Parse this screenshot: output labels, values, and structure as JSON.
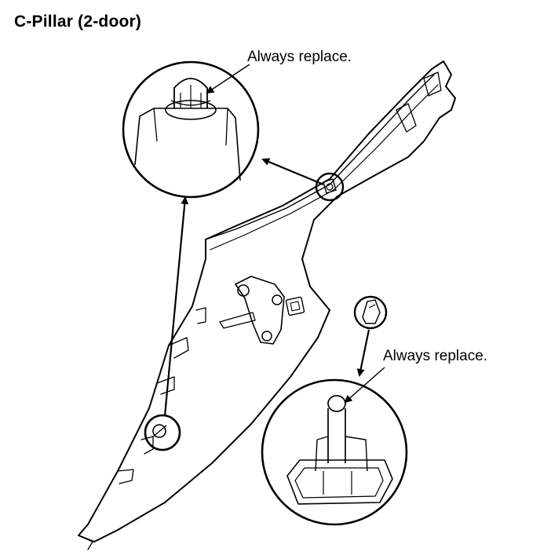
{
  "diagram": {
    "title": "C-Pillar (2-door)",
    "callouts": [
      {
        "id": "upper-clip",
        "text": "Always replace."
      },
      {
        "id": "lower-clip",
        "text": "Always replace."
      }
    ]
  }
}
